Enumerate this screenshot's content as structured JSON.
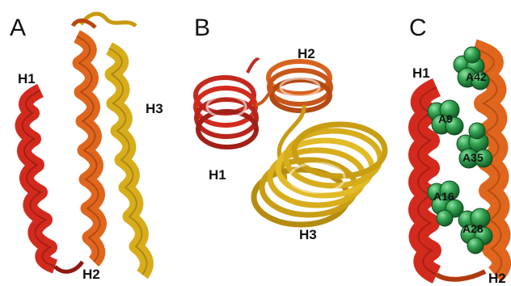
{
  "panels": [
    {
      "letter": "A",
      "helices": [
        "H1",
        "H2",
        "H3"
      ]
    },
    {
      "letter": "B",
      "helices": [
        "H1",
        "H2",
        "H3"
      ]
    },
    {
      "letter": "C",
      "helices": [
        "H1",
        "H2"
      ],
      "residues": [
        "A42",
        "A9",
        "A35",
        "A16",
        "A28"
      ]
    }
  ],
  "colors": {
    "H1": "#d42a1e",
    "H2": "#e0661e",
    "H3": "#d8ad1c",
    "loop_dark": "#8e1a10",
    "residue_sphere": "#2e9e4c"
  }
}
